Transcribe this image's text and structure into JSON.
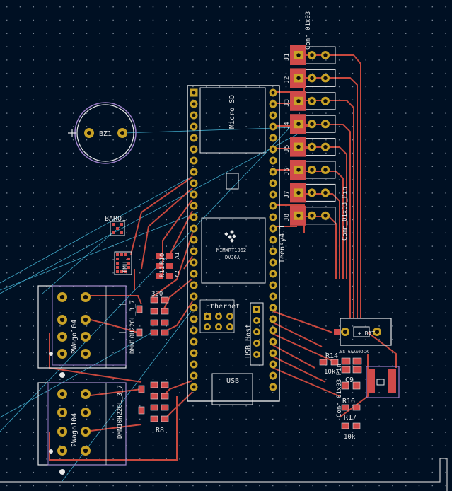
{
  "labels": {
    "bz1": "BZ1",
    "baro": "BARO1",
    "ethernet": "Ethernet",
    "usb": "USB",
    "mcu": "MIMXRT1062",
    "dvj6a": "DVJ6A",
    "r300": "300",
    "r8": "R8",
    "r14": "R14",
    "r14_value": "10k",
    "c9": "C9",
    "r16": "R16",
    "r17": "R17",
    "r17_value": "10k",
    "battery": "+ BAT",
    "battery_ref": "BS-6AAA0DCR",
    "micro_sd": "Micro SD",
    "usb_host": "USB Host",
    "teensy": "Teensy4.1",
    "r10": "R10",
    "r11": "R11",
    "a1": "A1",
    "a2": "A2",
    "imu": "IMU",
    "wago_top": "2Wago104",
    "wago_bottom": "2Wago104",
    "mosfet_top": "DMN10H220L_3_7",
    "mosfet_bottom": "DMN10H220L_3_7",
    "conn_bottom": "Conn_01x03_Pin",
    "conn_top_1": "Conn_01x03_",
    "conn_top_2": "Conn_01x03_Pin"
  },
  "headers": [
    "J1",
    "J2",
    "J3",
    "J4",
    "J5",
    "J6",
    "J7",
    "J8"
  ],
  "colors": {
    "background": "#001023",
    "copper_trace": "#c8483e",
    "pad": "#c9a227",
    "silkscreen": "#e8e8e8",
    "courtyard": "#9b7ec8",
    "ratsnest": "#3fa8c8",
    "smd_pad": "#d04a4a"
  }
}
